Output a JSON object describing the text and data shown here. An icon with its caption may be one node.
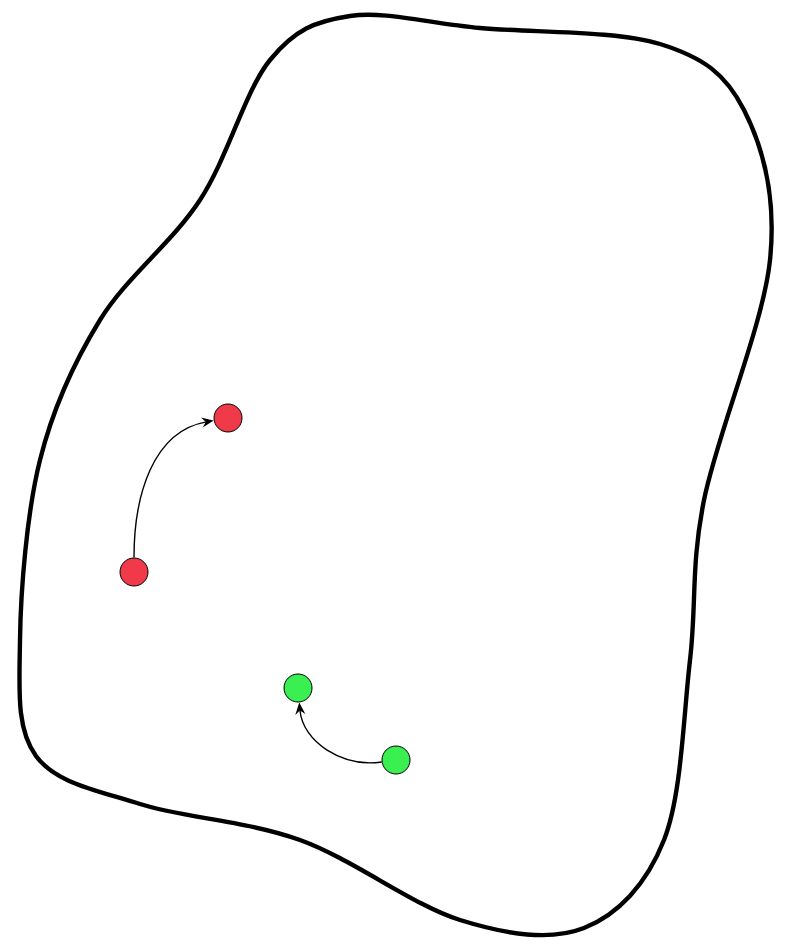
{
  "diagram": {
    "nodes": [
      {
        "text": [],
        "shape": "blob"
      },
      {
        "text": [],
        "shape": "circle",
        "in": 0
      },
      {
        "text": [],
        "shape": "circle",
        "in": 0
      },
      {
        "text": [],
        "shape": "circle",
        "in": 0
      },
      {
        "text": [],
        "shape": "circle",
        "in": 0
      }
    ],
    "edges": [
      {
        "from": 1,
        "to": 2,
        "arrow": "to"
      },
      {
        "from": 4,
        "to": 3,
        "arrow": "to"
      }
    ]
  }
}
